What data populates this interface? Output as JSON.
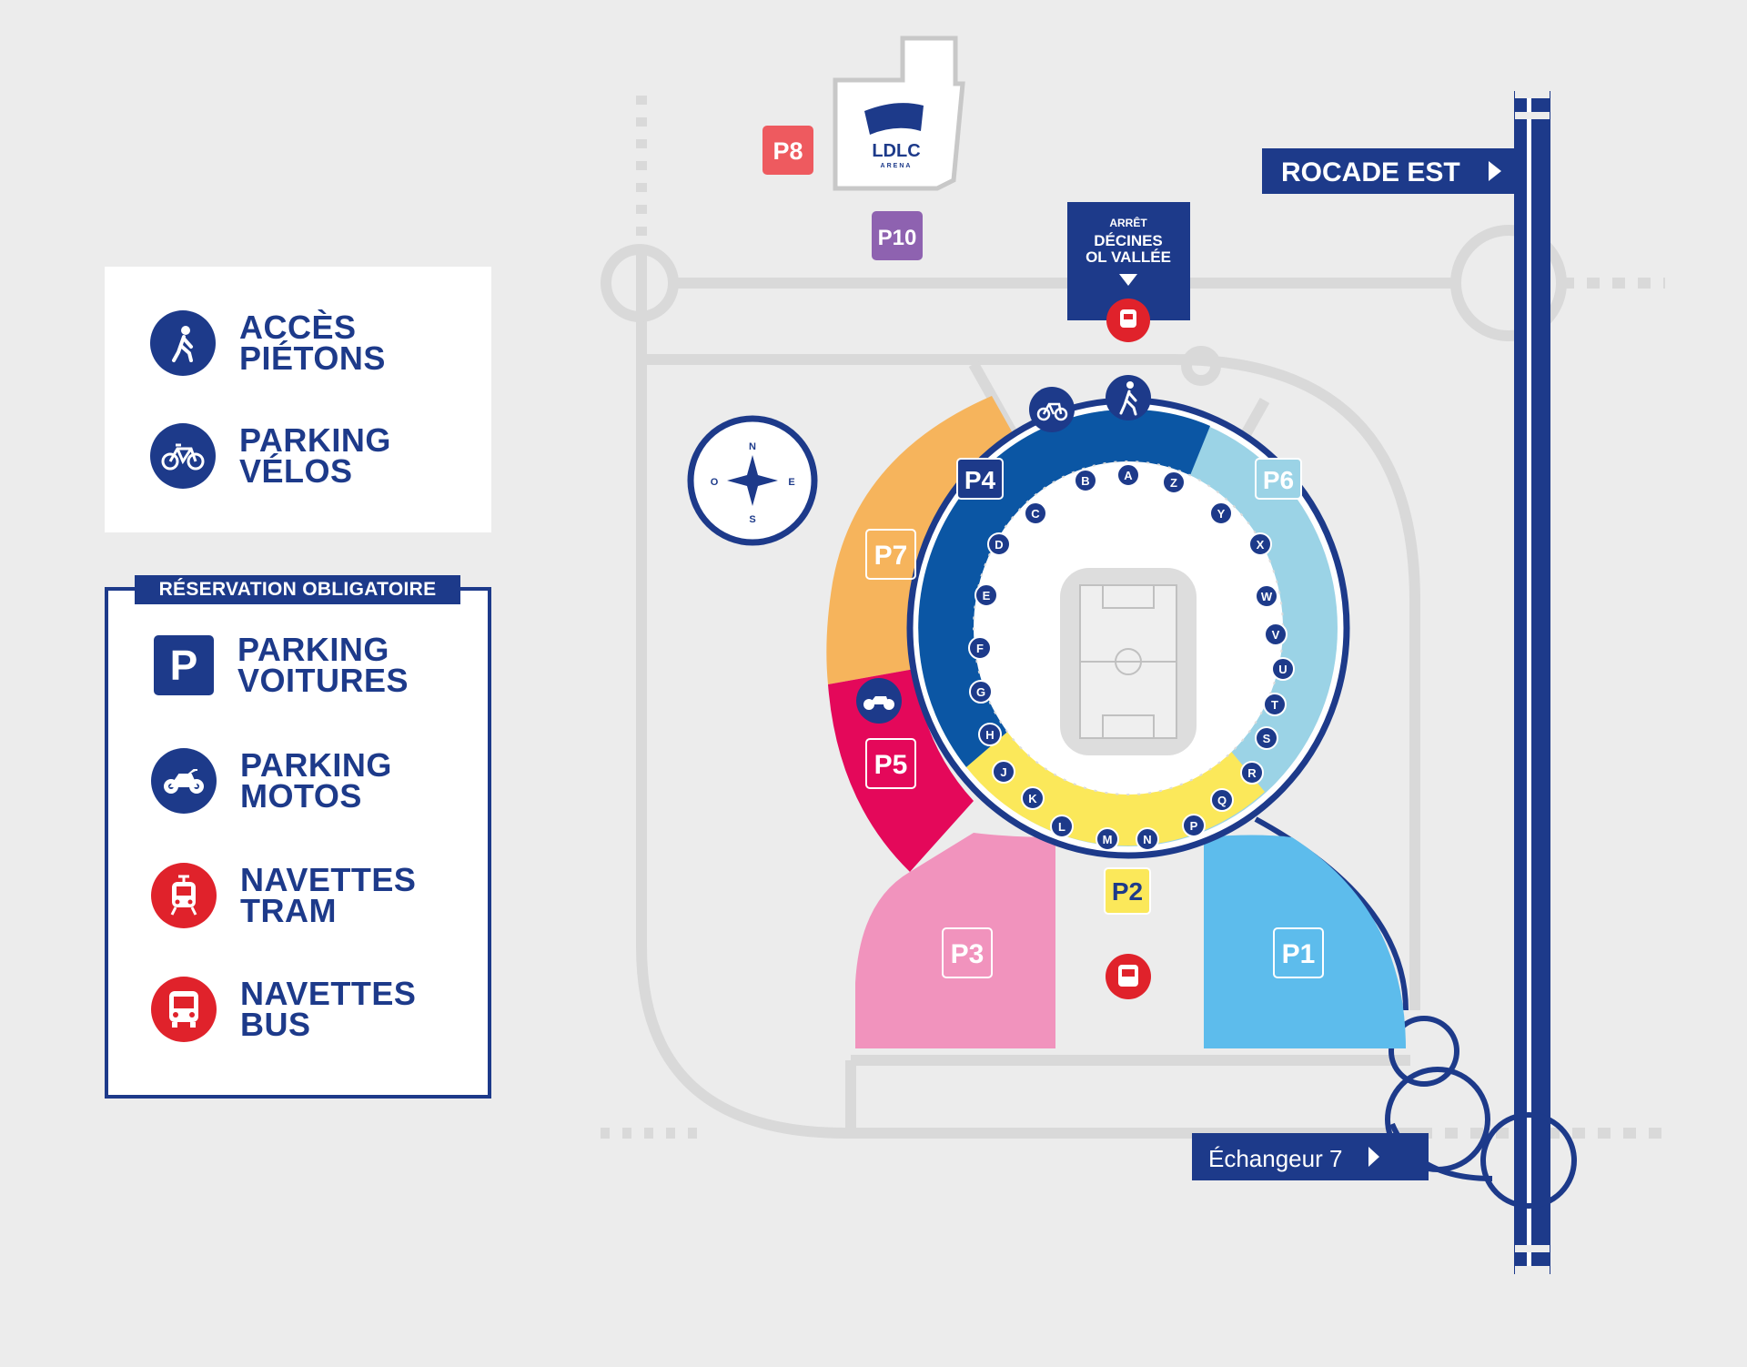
{
  "legend": {
    "items_top": [
      {
        "icon": "pedestrian-icon",
        "line1": "ACCÈS",
        "line2": "PIÉTONS"
      },
      {
        "icon": "bicycle-icon",
        "line1": "PARKING",
        "line2": "VÉLOS"
      }
    ],
    "reservation_header": "RÉSERVATION OBLIGATOIRE",
    "parking_letter": "P",
    "items_bottom": [
      {
        "icon": "parking-icon",
        "line1": "PARKING",
        "line2": "VOITURES"
      },
      {
        "icon": "motorcycle-icon",
        "line1": "PARKING",
        "line2": "MOTOS"
      },
      {
        "icon": "tram-icon",
        "line1": "NAVETTES",
        "line2": "TRAM"
      },
      {
        "icon": "bus-icon",
        "line1": "NAVETTES",
        "line2": "BUS"
      }
    ]
  },
  "map": {
    "road_labels": {
      "rocade": "ROCADE EST",
      "echangeur": "Échangeur 7"
    },
    "tram_stop": {
      "line1": "ARRÊT",
      "line2": "DÉCINES",
      "line3": "OL VALLÉE"
    },
    "arena": {
      "name": "LDLC",
      "sub": "ARENA"
    },
    "compass": {
      "n": "N",
      "s": "S",
      "e": "E",
      "w": "O"
    },
    "parkings": {
      "p1": "P1",
      "p2": "P2",
      "p3": "P3",
      "p4": "P4",
      "p5": "P5",
      "p6": "P6",
      "p7": "P7",
      "p8": "P8",
      "p10": "P10"
    },
    "gates": [
      "A",
      "B",
      "C",
      "D",
      "E",
      "F",
      "G",
      "H",
      "J",
      "K",
      "L",
      "M",
      "N",
      "P",
      "Q",
      "R",
      "S",
      "T",
      "U",
      "V",
      "W",
      "X",
      "Y",
      "Z"
    ],
    "colors": {
      "navy": "#1d3a8a",
      "red": "#e0222b",
      "p1": "#5dbcec",
      "p2": "#fbe85a",
      "p3": "#f193bd",
      "p5": "#e4085a",
      "p6": "#9bd3e6",
      "p7": "#f6b45c",
      "p8": "#ee5a5f",
      "p10": "#8e62b0",
      "stadium_ring": "#0b56a4"
    }
  }
}
